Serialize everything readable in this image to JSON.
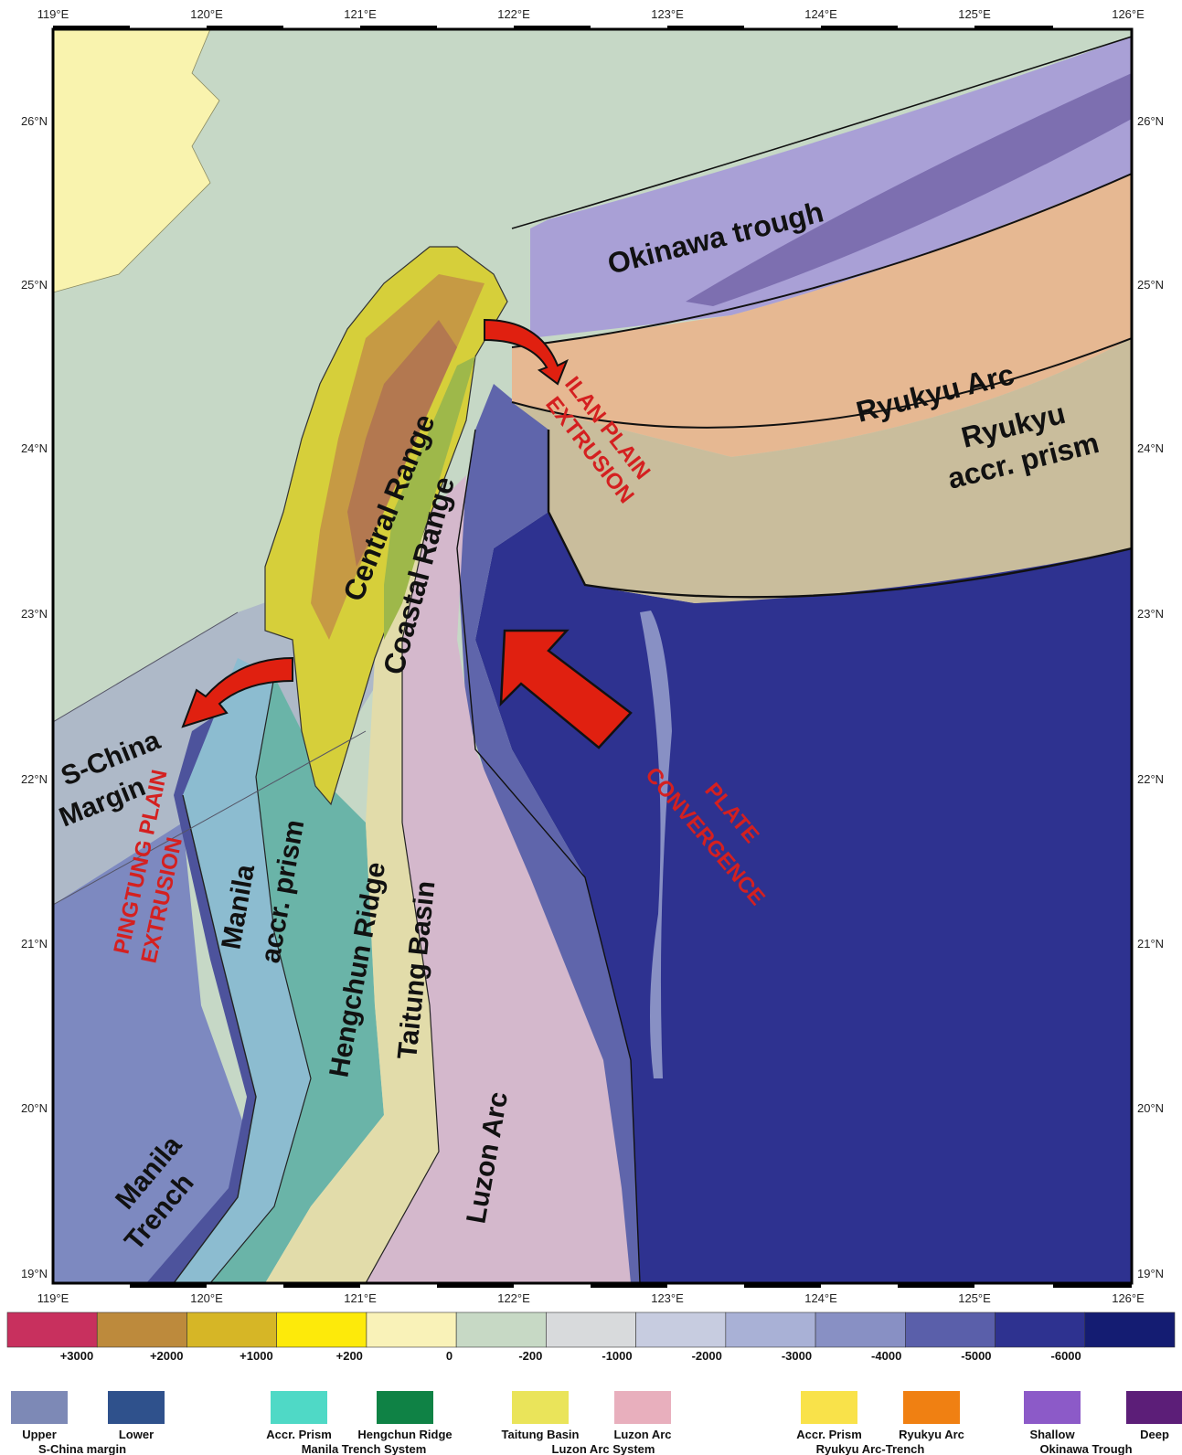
{
  "lon_labels": [
    "119°E",
    "120°E",
    "121°E",
    "122°E",
    "123°E",
    "124°E",
    "125°E",
    "126°E"
  ],
  "lat_labels": [
    "26°N",
    "25°N",
    "24°N",
    "23°N",
    "22°N",
    "21°N",
    "20°N",
    "19°N"
  ],
  "regions": {
    "okinawa_trough": "Okinawa trough",
    "ryukyu_arc": "Ryukyu Arc",
    "ryukyu_prism_1": "Ryukyu",
    "ryukyu_prism_2": "accr. prism",
    "central_range": "Central Range",
    "coastal_range": "Coastal Range",
    "s_china_1": "S-China",
    "s_china_2": "Margin",
    "manila_prism_1": "Manila",
    "manila_prism_2": "accr. prism",
    "hengchun_ridge": "Hengchun Ridge",
    "taitung_basin": "Taitung Basin",
    "luzon_arc": "Luzon Arc",
    "manila_trench_1": "Manila",
    "manila_trench_2": "Trench"
  },
  "annotations": {
    "ilan_1": "ILAN PLAIN",
    "ilan_2": "EXTRUSION",
    "pingtung_1": "PINGTUNG PLAIN",
    "pingtung_2": "EXTRUSION",
    "plate_1": "PLATE",
    "plate_2": "CONVERGENCE"
  },
  "colorbar": {
    "colors": [
      "#c8305e",
      "#bd8a3c",
      "#d6b626",
      "#fdea0a",
      "#f9f2b8",
      "#c7d9c5",
      "#d8dadc",
      "#c7cce0",
      "#a9b1d6",
      "#8890c4",
      "#5a5faa",
      "#2e3290",
      "#141c72"
    ],
    "labels": [
      "+3000",
      "+2000",
      "+1000",
      "+200",
      "0",
      "-200",
      "-1000",
      "-2000",
      "-3000",
      "-4000",
      "-5000",
      "-6000"
    ]
  },
  "legend": {
    "items": [
      {
        "color": "#7d89b6",
        "label": "Upper"
      },
      {
        "color": "#2f518c",
        "label": "Lower"
      },
      {
        "color": "#4fd9c6",
        "label": "Accr. Prism"
      },
      {
        "color": "#0f8245",
        "label": "Hengchun Ridge"
      },
      {
        "color": "#eae45a",
        "label": "Taitung Basin"
      },
      {
        "color": "#e8afbd",
        "label": "Luzon Arc"
      },
      {
        "color": "#f9e24a",
        "label": "Accr. Prism"
      },
      {
        "color": "#f08012",
        "label": "Ryukyu Arc"
      },
      {
        "color": "#8c5ac8",
        "label": "Shallow"
      },
      {
        "color": "#5c1e78",
        "label": "Deep"
      }
    ],
    "groups": [
      "S-China margin",
      "Manila Trench System",
      "Luzon Arc System",
      "Ryukyu Arc-Trench",
      "Okinawa Trough"
    ]
  }
}
